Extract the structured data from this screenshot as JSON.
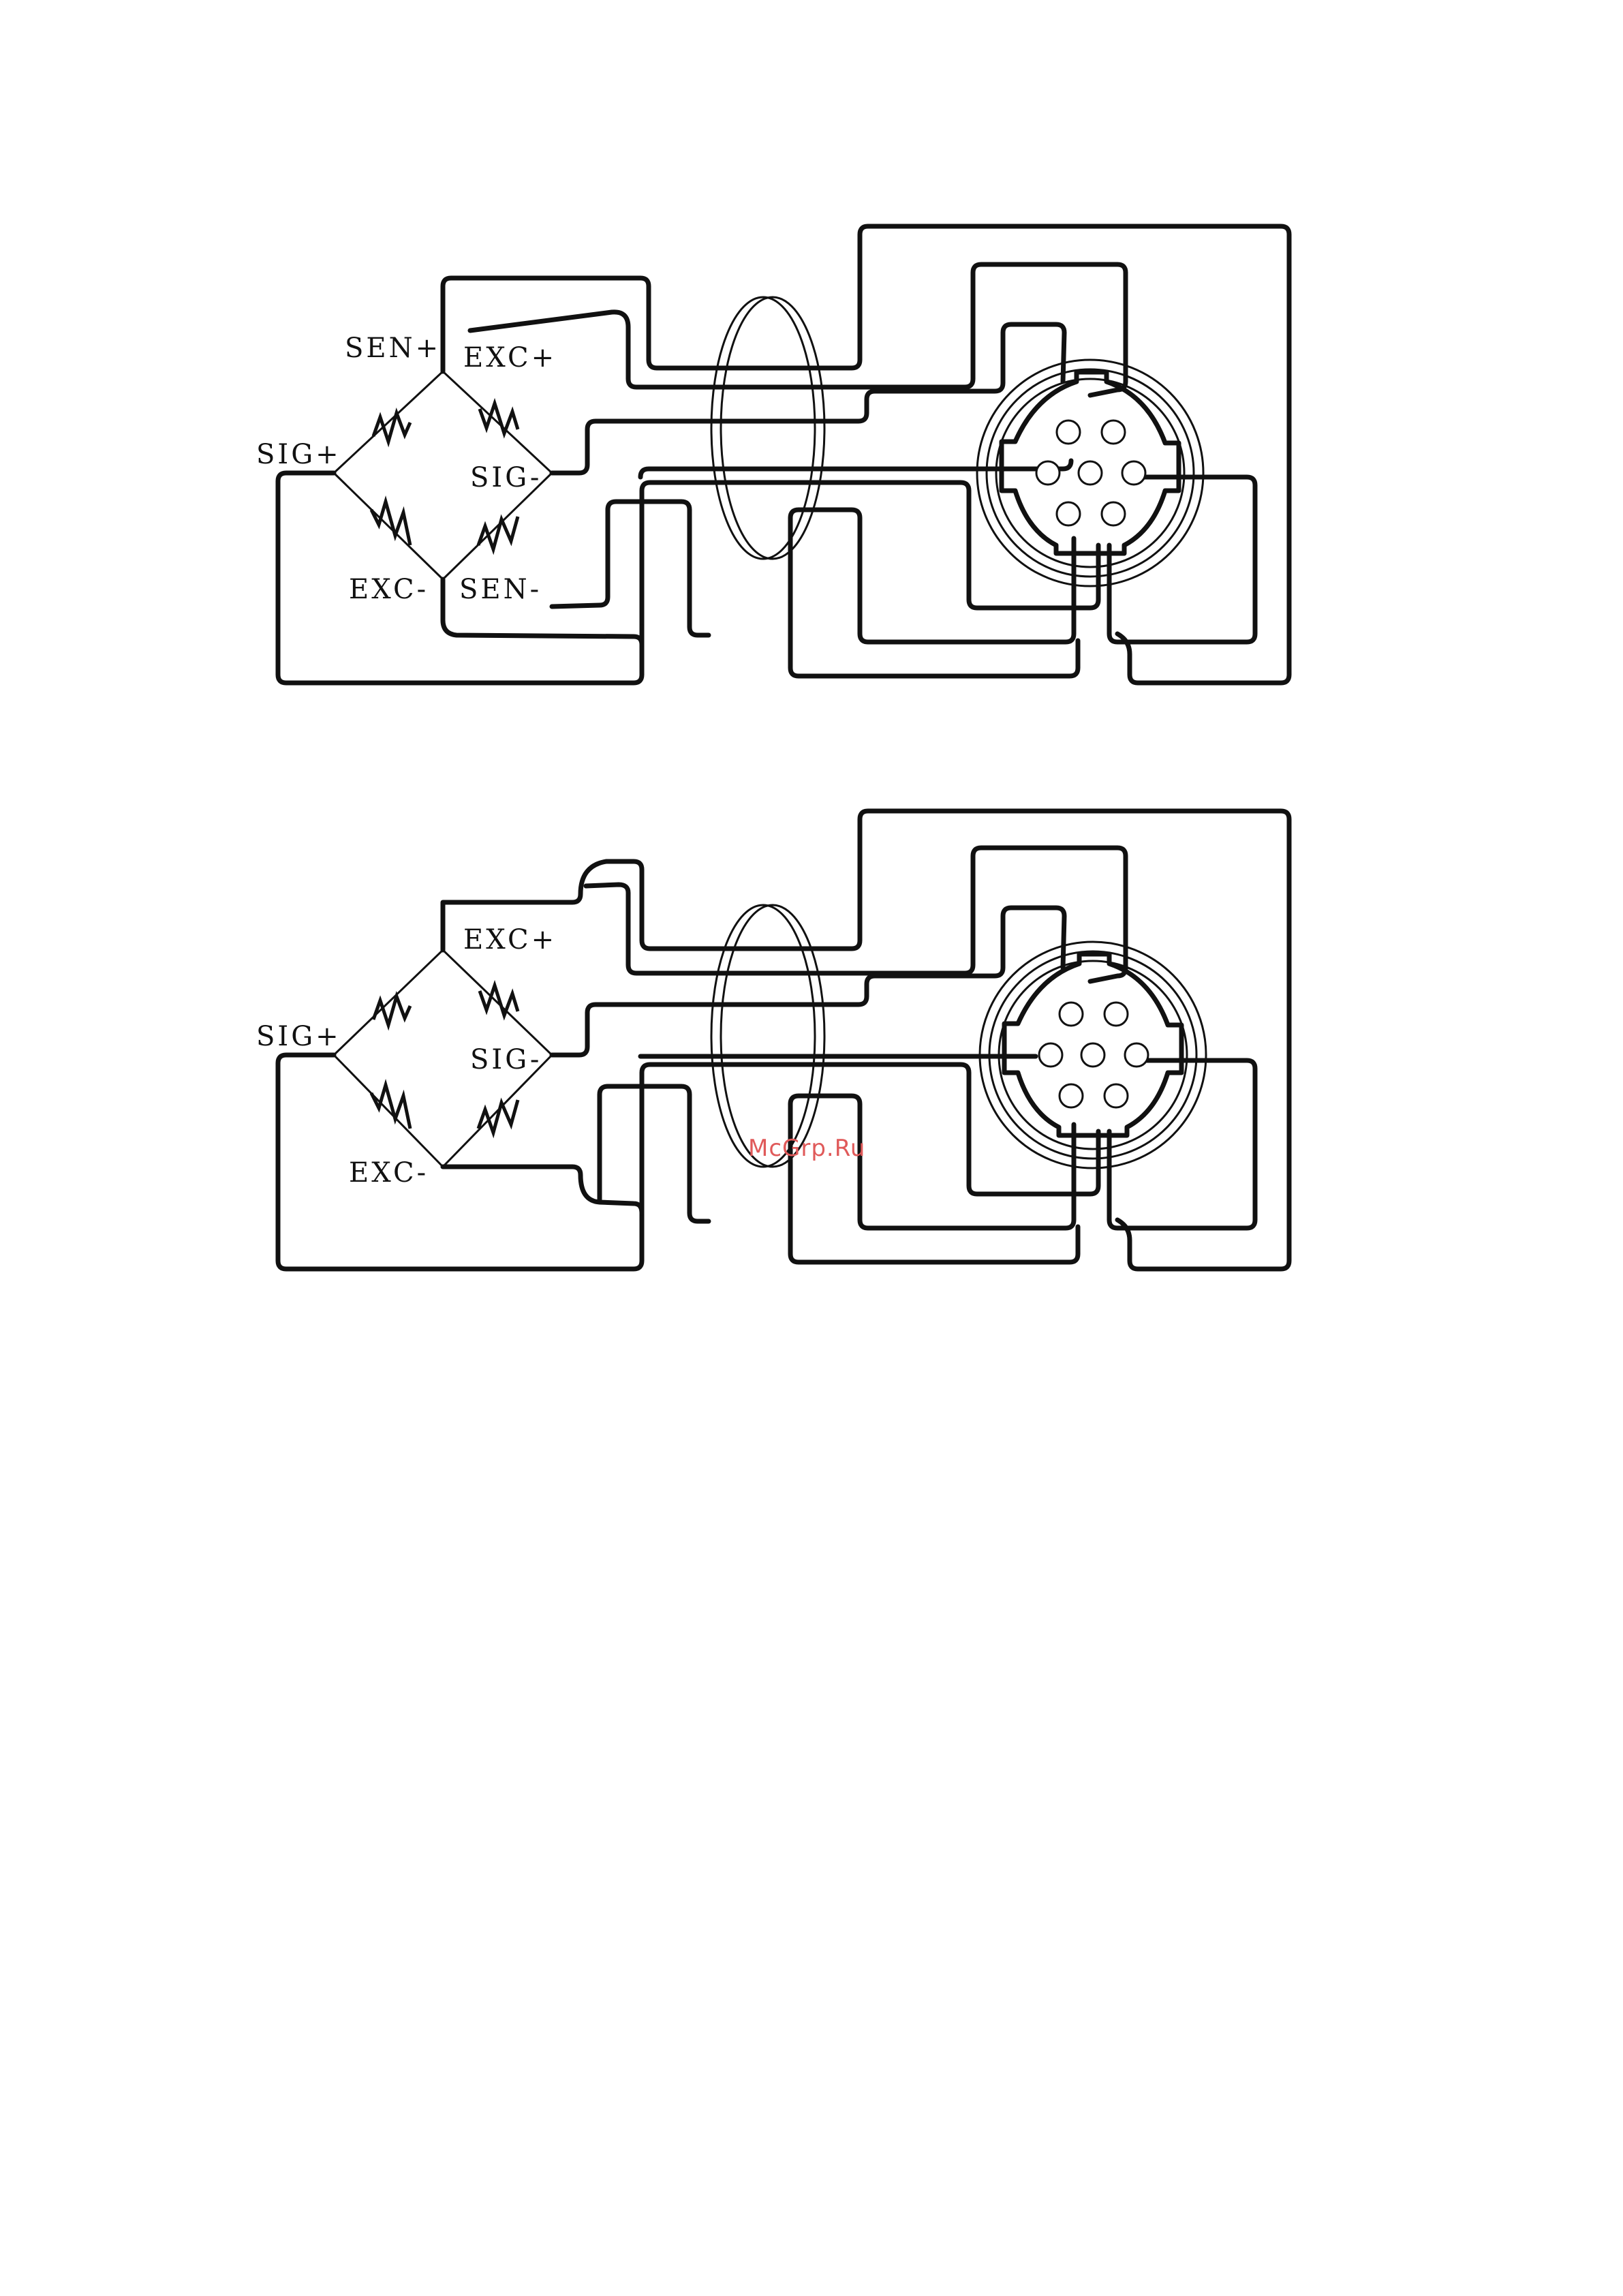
{
  "diagrams": [
    {
      "labels": {
        "sen_plus": "SEN+",
        "exc_plus": "EXC+",
        "sig_plus": "SIG+",
        "sig_minus": "SIG-",
        "exc_minus": "EXC-",
        "sen_minus": "SEN-"
      }
    },
    {
      "labels": {
        "exc_plus": "EXC+",
        "sig_plus": "SIG+",
        "sig_minus": "SIG-",
        "exc_minus": "EXC-"
      }
    }
  ],
  "watermark": "McGrp.Ru",
  "colors": {
    "line": "#111111",
    "watermark": "#e05a5a"
  }
}
